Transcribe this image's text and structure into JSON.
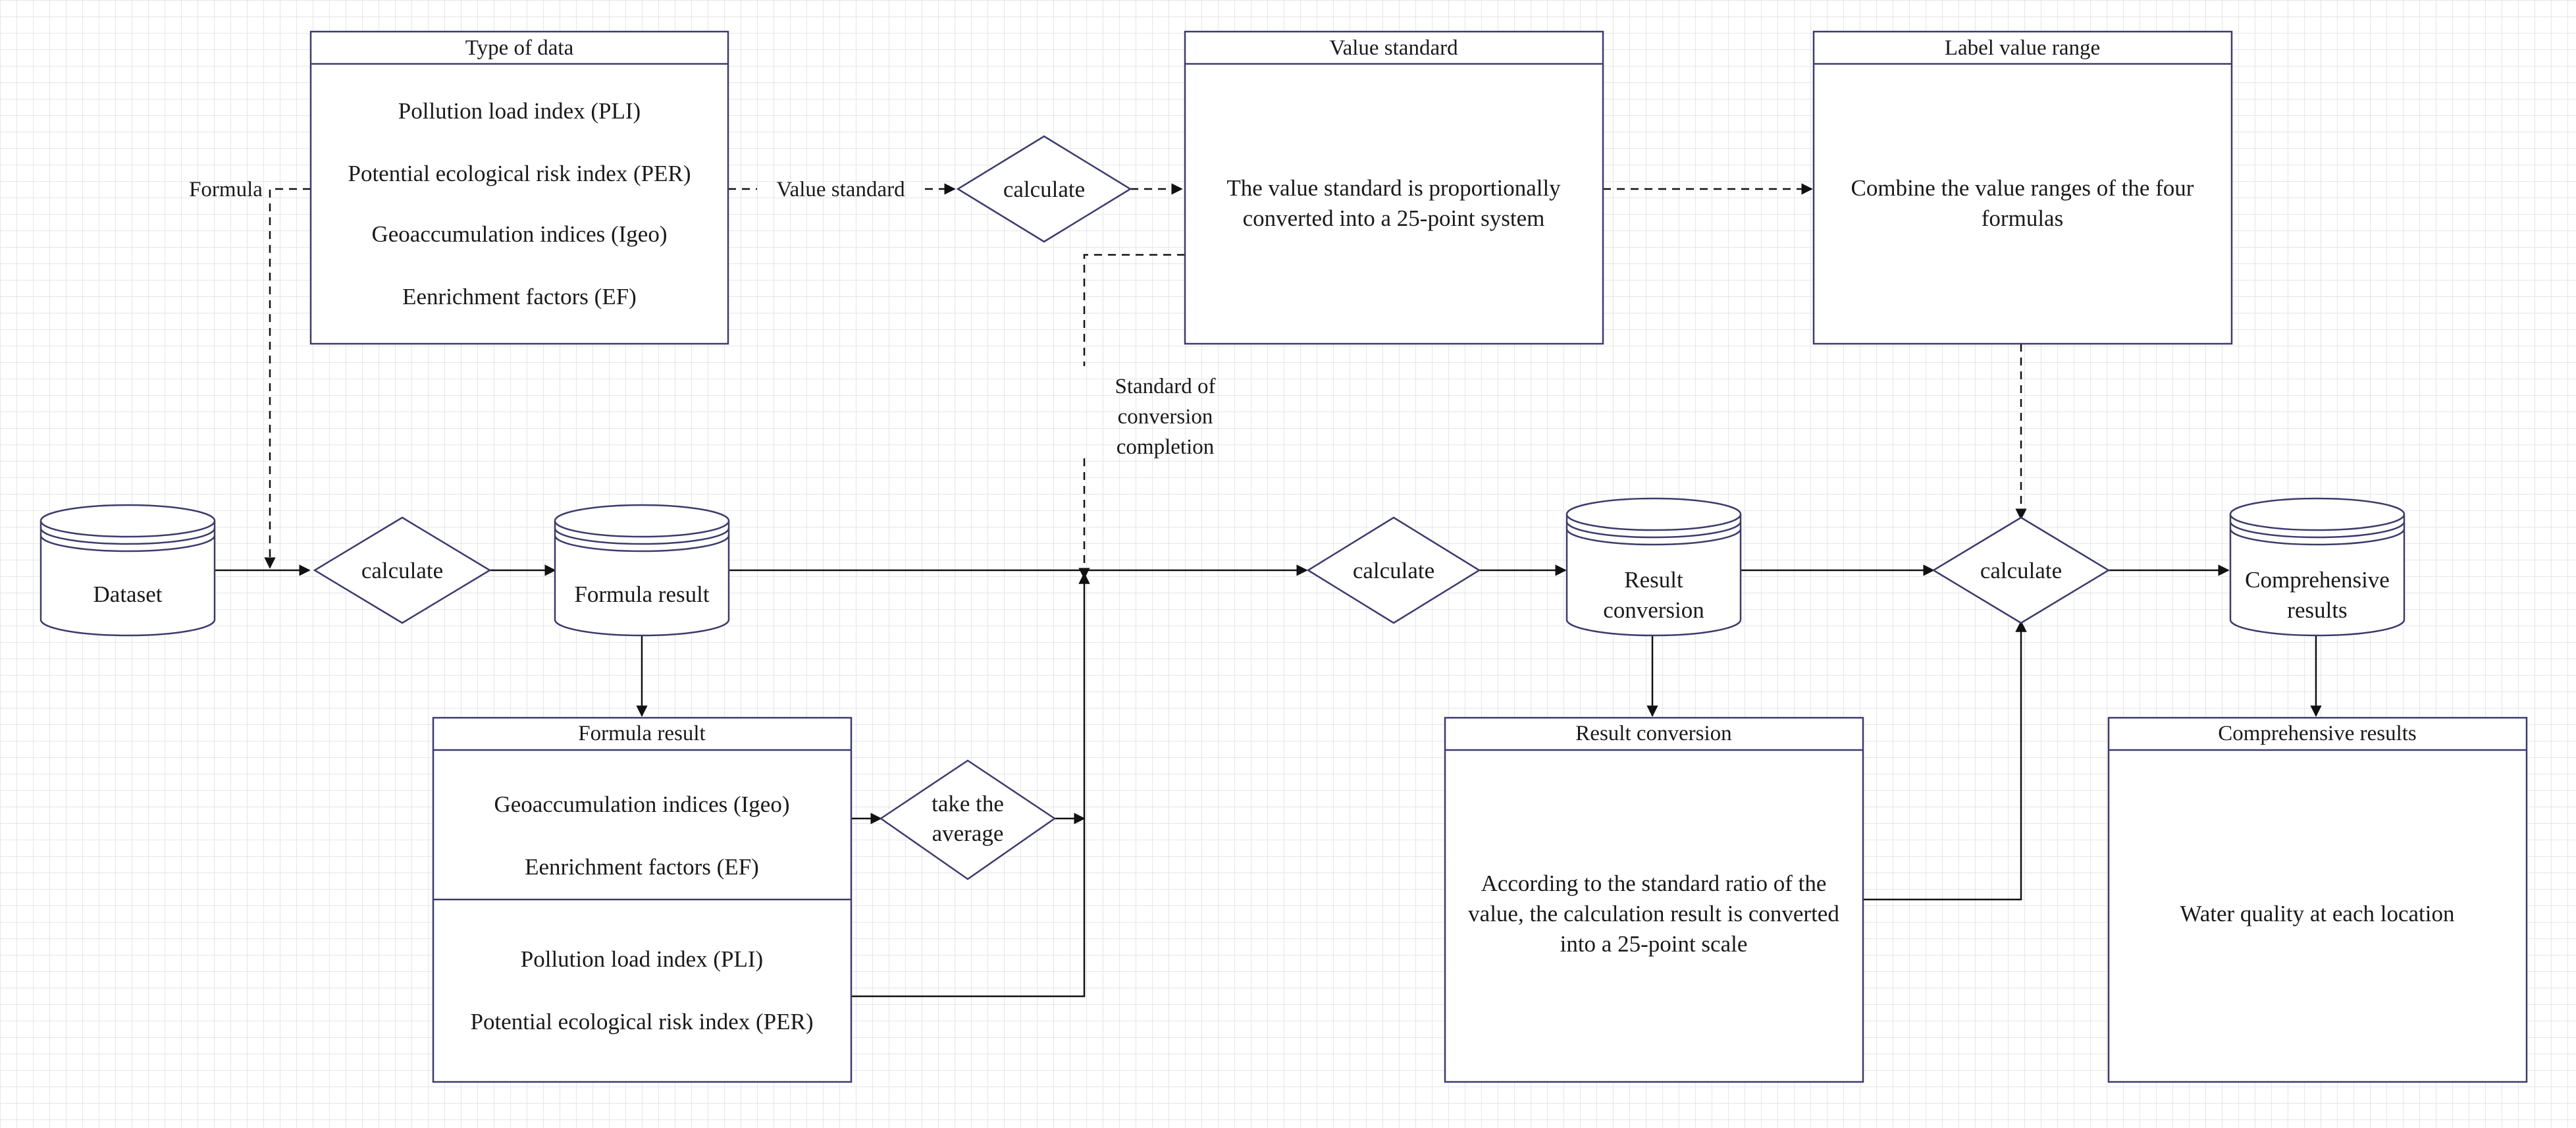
{
  "type_of_data": {
    "title": "Type of data",
    "items": [
      "Pollution load index (PLI)",
      "Potential ecological risk index (PER)",
      "Geoaccumulation indices (Igeo)",
      "Eenrichment factors (EF)"
    ]
  },
  "value_standard": {
    "title": "Value standard",
    "body": [
      "The value standard is proportionally",
      "converted into a 25-point system"
    ]
  },
  "label_value_range": {
    "title": "Label value range",
    "body": [
      "Combine the value ranges of the four",
      "formulas"
    ]
  },
  "formula_result_box": {
    "title": "Formula result",
    "section1": [
      "Geoaccumulation indices (Igeo)",
      "Eenrichment factors (EF)"
    ],
    "section2": [
      "Pollution load index (PLI)",
      "Potential ecological risk index (PER)"
    ]
  },
  "result_conversion_box": {
    "title": "Result conversion",
    "body": [
      "According to the standard ratio of the",
      "value, the calculation result is converted",
      "into a 25-point scale"
    ]
  },
  "comprehensive_results_box": {
    "title": "Comprehensive results",
    "body": "Water quality at each location"
  },
  "cylinders": {
    "dataset": "Dataset",
    "formula_result": "Formula result",
    "result_conversion": [
      "Result",
      "conversion"
    ],
    "comprehensive_results": [
      "Comprehensive",
      "results"
    ]
  },
  "decisions": {
    "calc_1": "calculate",
    "calc_2": "calculate",
    "calc_3": "calculate",
    "calc_4": "calculate",
    "take_average": [
      "take the",
      "average"
    ]
  },
  "edge_labels": {
    "formula": "Formula",
    "value_standard": "Value standard",
    "standard_conversion": [
      "Standard of",
      "conversion",
      "completion"
    ]
  }
}
